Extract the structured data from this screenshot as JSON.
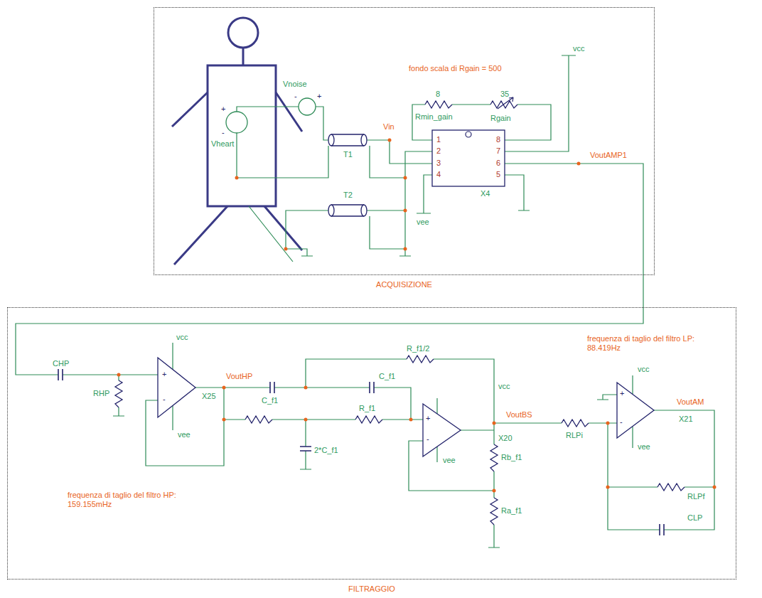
{
  "diagram": {
    "nodes": [
      {
        "text": [
          "ACQUISIZIONE"
        ]
      },
      {
        "text": [
          "FILTRAGGIO"
        ]
      }
    ],
    "edges": [
      {
        "from": 0,
        "to": 1,
        "arrow": "none"
      }
    ],
    "labels": [
      "fondo scala di Rgain = 500",
      "vcc",
      "8",
      "35",
      "Rmin_gain",
      "Rgain",
      "Vnoise",
      "-",
      "+",
      "+",
      "-",
      "Vheart",
      "T1",
      "Vin",
      "1",
      "2",
      "3",
      "4",
      "8",
      "7",
      "6",
      "5",
      "X4",
      "VoutAMP1",
      "vee",
      "T2",
      "frequenza di taglio del filtro LP: 88.419Hz",
      "CHP",
      "RHP",
      "vcc",
      "+",
      "-",
      "X25",
      "VoutHP",
      "vee",
      "frequenza di taglio del filtro HP: 159.155mHz",
      "R_f1/2",
      "C_f1",
      "C_f1",
      "R_f1",
      "2*C_f1",
      "vcc",
      "X20",
      "+",
      "-",
      "vee",
      "Rb_f1",
      "Ra_f1",
      "VoutBS",
      "vcc",
      "+",
      "-",
      "VoutAM",
      "X21",
      "RLPi",
      "vee",
      "RLPf",
      "CLP"
    ]
  }
}
